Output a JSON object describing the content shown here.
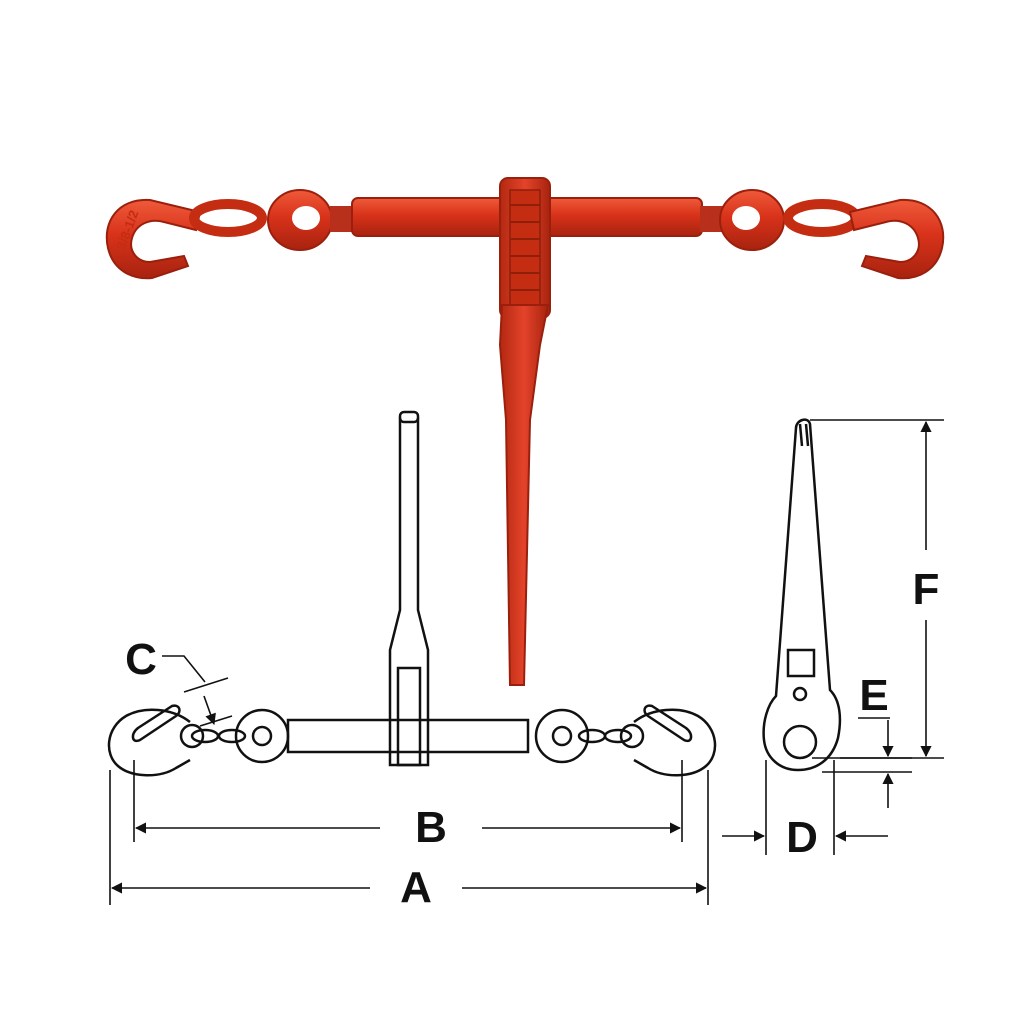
{
  "colors": {
    "binder_red": "#d8321a",
    "binder_dark": "#a8230f",
    "binder_light": "#ef5a3a",
    "outline": "#111111",
    "background": "#ffffff"
  },
  "labels": {
    "a": "A",
    "b": "B",
    "c": "C",
    "d": "D",
    "e": "E",
    "f": "F"
  },
  "hook_stamp": "3/8-1/2"
}
